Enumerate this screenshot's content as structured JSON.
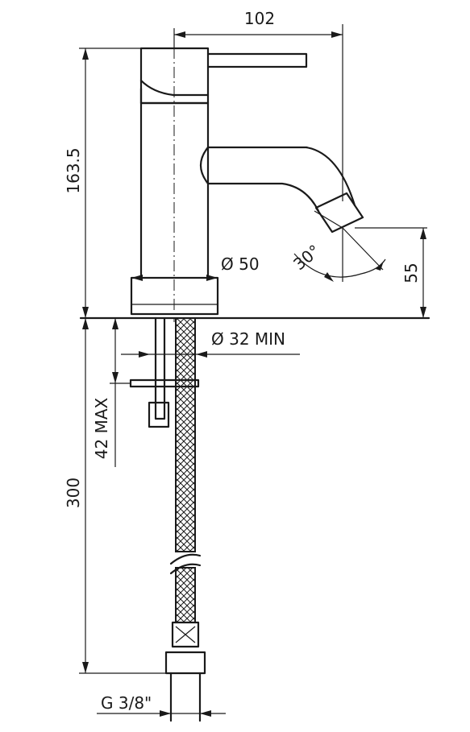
{
  "dimensions": {
    "width_label": "102",
    "height_label": "163.5",
    "diameter_body_label": "Ø 50",
    "diameter_hole_label": "Ø 32 MIN",
    "spout_height_label": "55",
    "angle_label": "30°",
    "deck_thickness_label": "42 MAX",
    "hose_length_label": "300",
    "connection_label": "G 3/8\""
  },
  "colors": {
    "line": "#1a1a1a",
    "background": "#ffffff"
  }
}
